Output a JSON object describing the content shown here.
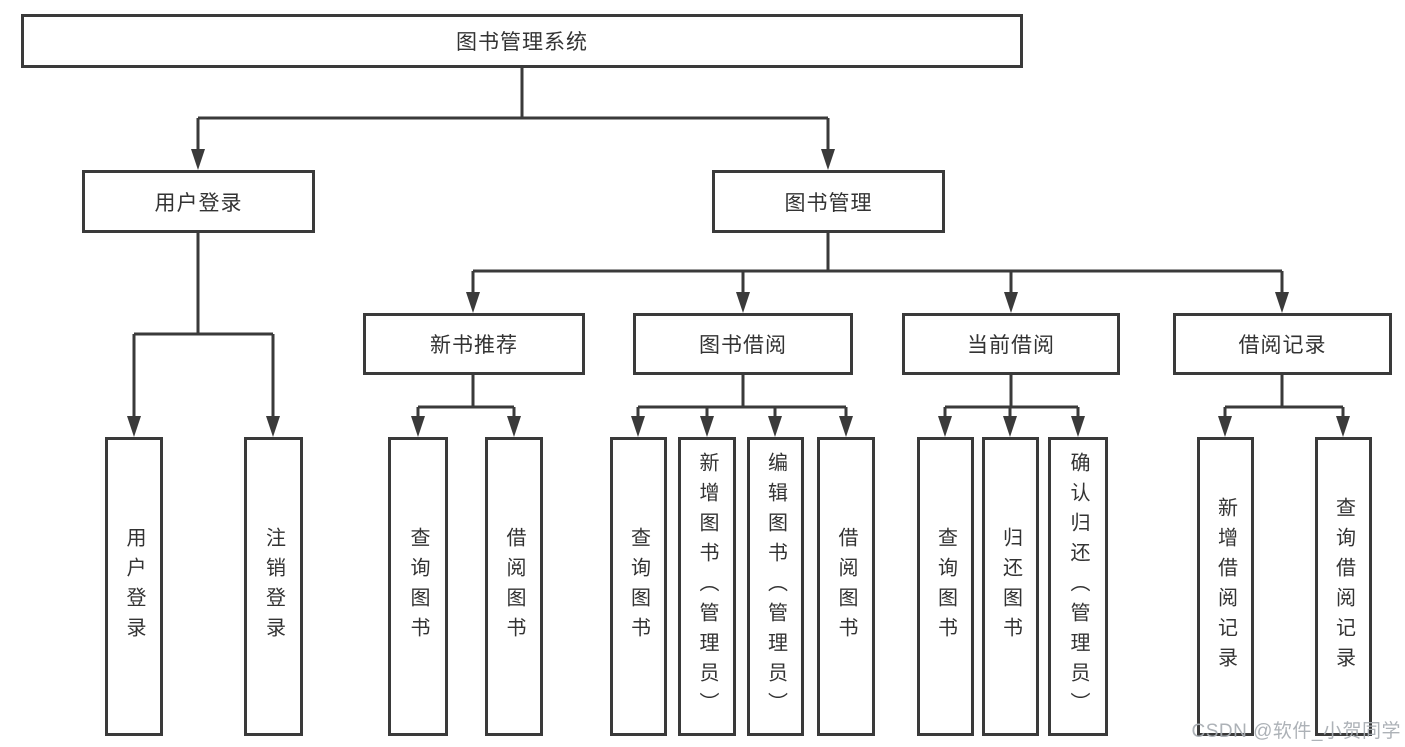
{
  "colors": {
    "line": "#3a3a3a",
    "border": "#3a3a3a",
    "text": "#333333",
    "watermark": "#a9aeb4"
  },
  "watermark": {
    "text": "CSDN @软件_小贺同学"
  },
  "diagram": {
    "root": {
      "label": "图书管理系统"
    },
    "branches": [
      {
        "label": "用户登录",
        "children": [
          {
            "label": "用户登录"
          },
          {
            "label": "注销登录"
          }
        ]
      },
      {
        "label": "图书管理",
        "children": [
          {
            "label": "新书推荐",
            "children": [
              {
                "label": "查询图书"
              },
              {
                "label": "借阅图书"
              }
            ]
          },
          {
            "label": "图书借阅",
            "children": [
              {
                "label": "查询图书"
              },
              {
                "label": "新增图书（管理员）"
              },
              {
                "label": "编辑图书（管理员）"
              },
              {
                "label": "借阅图书"
              }
            ]
          },
          {
            "label": "当前借阅",
            "children": [
              {
                "label": "查询图书"
              },
              {
                "label": "归还图书"
              },
              {
                "label": "确认归还（管理员）"
              }
            ]
          },
          {
            "label": "借阅记录",
            "children": [
              {
                "label": "新增借阅记录"
              },
              {
                "label": "查询借阅记录"
              }
            ]
          }
        ]
      }
    ]
  }
}
